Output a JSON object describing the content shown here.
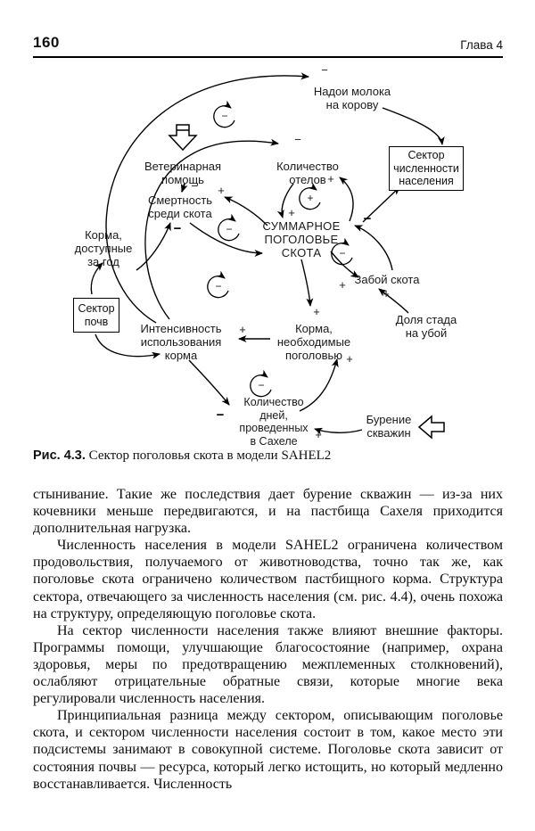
{
  "page": {
    "number": "160",
    "chapter": "Глава 4"
  },
  "figure": {
    "caption_label": "Рис. 4.3.",
    "caption_text": " Сектор поголовья скота в модели SAHEL2",
    "glyphs": {
      "plus": "+",
      "minus": "−"
    },
    "nodes": {
      "milk_yield": "Надои молока\nна корову",
      "calvings": "Количество\nотелов",
      "population_sector": "Сектор\nчисленности\nнаселения",
      "vet_aid": "Ветеринарная\nпомощь",
      "mortality": "Смертность\nсреди скота",
      "total_livestock": "СУММАРНОЕ\nПОГОЛОВЬЕ\nСКОТА",
      "slaughter": "Забой скота",
      "herd_share": "Доля стада\nна убой",
      "feed_available": "Корма,\nдоступные\nза год",
      "soil_sector": "Сектор\nпочв",
      "feed_intensity": "Интенсивность\nиспользования\nкорма",
      "feed_needed": "Корма,\nнеобходимые\nпоголовью",
      "days_sahel": "Количество\nдней,\nпроведенных\nв Сахеле",
      "drilling": "Бурение\nскважин"
    }
  },
  "body": {
    "paragraphs": [
      "стынивание. Такие же последствия дает бурение скважин — из-за них кочевники меньше передвигаются, и на пастбища Сахеля приходится дополнительная нагрузка.",
      "Численность населения в модели SAHEL2 ограничена количеством продовольствия, получаемого от животноводства, точно так же, как поголовье скота ограничено количеством пастбищного корма. Структура сектора, отвечающего за численность населения (см. рис. 4.4), очень похожа на структуру, определяющую поголовье скота.",
      "На сектор численности населения также влияют внешние факторы. Программы помощи, улучшающие благосостояние (например, охрана здоровья, меры по предотвращению межплеменных столкновений), ослабляют отрицательные обратные связи, которые многие века регулировали численность населения.",
      "Принципиальная разница между сектором, описывающим поголовье скота, и сектором численности населения состоит в том, какое место эти подсистемы занимают в совокупной системе. Поголовье скота зависит от состояния почвы — ресурса, который легко истощить, но который медленно восстанавливается. Численность"
    ]
  }
}
